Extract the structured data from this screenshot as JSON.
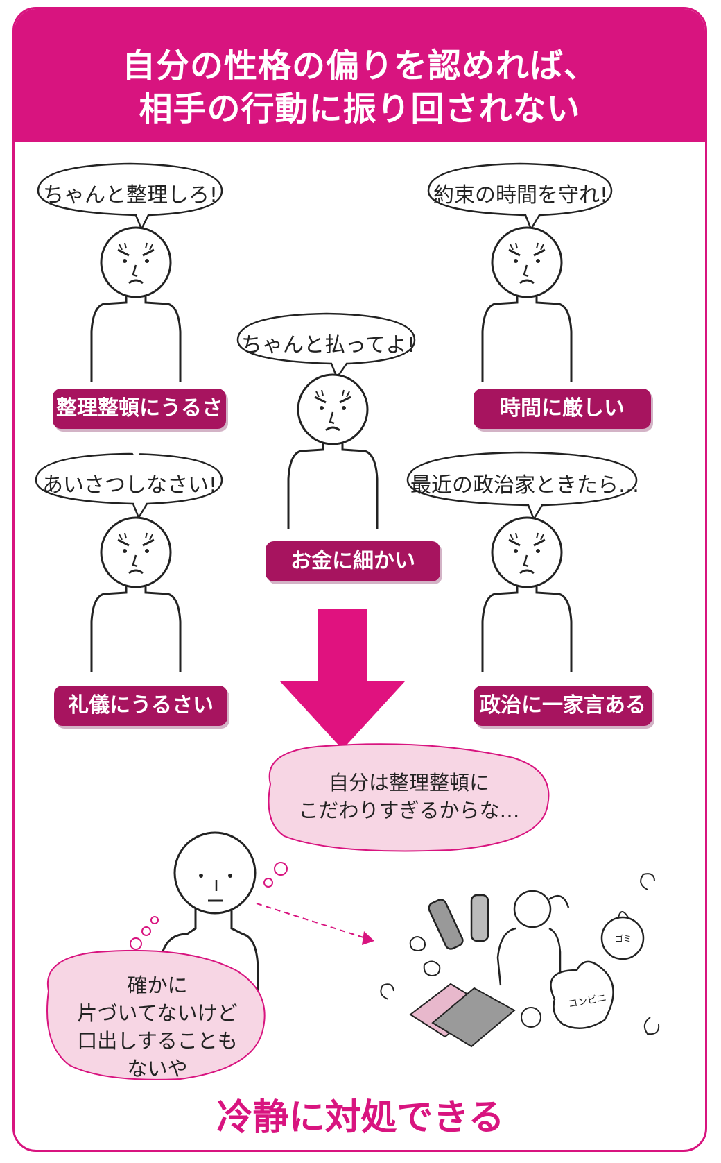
{
  "header": {
    "line1": "自分の性格の偏りを認めれば、",
    "line2": "相手の行動に振り回されない"
  },
  "people": [
    {
      "speech": "ちゃんと整理しろ!",
      "trait": "整理整頓にうるさい"
    },
    {
      "speech": "約束の時間を守れ!",
      "trait": "時間に厳しい"
    },
    {
      "speech": "ちゃんと払ってよ!",
      "trait": "お金に細かい"
    },
    {
      "speech": "あいさつしなさい!",
      "trait": "礼儀にうるさい"
    },
    {
      "speech": "最近の政治家ときたら…",
      "trait": "政治に一家言ある"
    }
  ],
  "thoughts": {
    "top_line1": "自分は整理整頓に",
    "top_line2": "こだわりすぎるからな…",
    "bottom_line1": "確かに",
    "bottom_line2": "片づいてないけど",
    "bottom_line3": "口出しすることも",
    "bottom_line4": "ないや"
  },
  "mess_labels": {
    "bag": "コンビニ",
    "trash": "ゴミ"
  },
  "footer": "冷静に対処できる",
  "colors": {
    "accent": "#d8147f",
    "tag": "#a7145f",
    "thought_fill": "#f7d6e4"
  }
}
